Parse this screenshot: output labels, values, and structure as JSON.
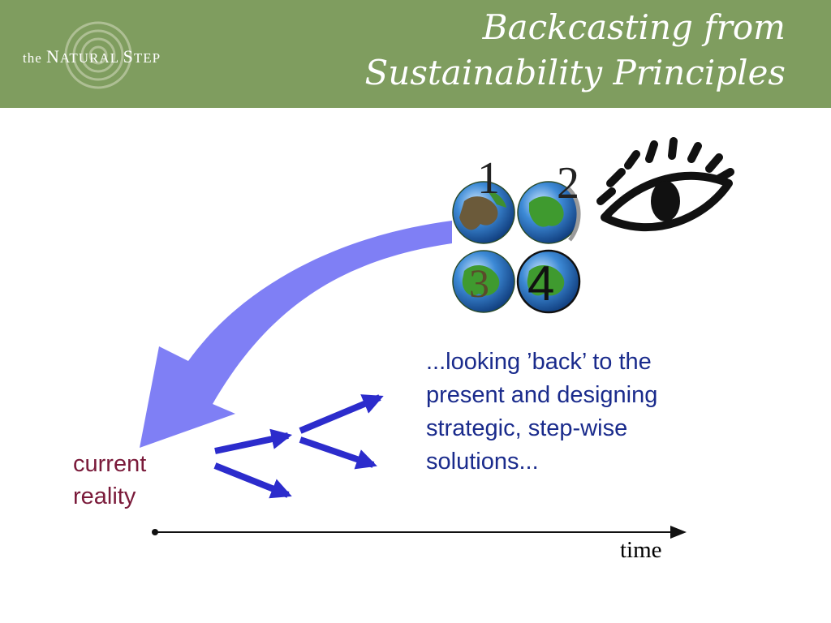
{
  "header": {
    "logo": {
      "prefix": "the",
      "name_a": "N",
      "name_b": "ATURAL",
      "name_c": "S",
      "name_d": "TEP"
    },
    "title_line1": "Backcasting from",
    "title_line2": "Sustainability Principles",
    "bg_color": "#7f9d5f"
  },
  "principles": {
    "labels": [
      "1",
      "2",
      "3",
      "4"
    ],
    "icons": [
      "globe-1-icon",
      "globe-2-icon",
      "globe-3-icon",
      "globe-4-icon",
      "eye-icon"
    ]
  },
  "diagram": {
    "caption_line1": "...looking ’back’ to the",
    "caption_line2": "present and designing",
    "caption_line3": "strategic, step-wise",
    "caption_line4": "solutions...",
    "current_line1": "current",
    "current_line2": "reality",
    "axis_label": "time",
    "arrow_color": "#7f7ff5",
    "step_arrow_color": "#2c2ccc"
  }
}
